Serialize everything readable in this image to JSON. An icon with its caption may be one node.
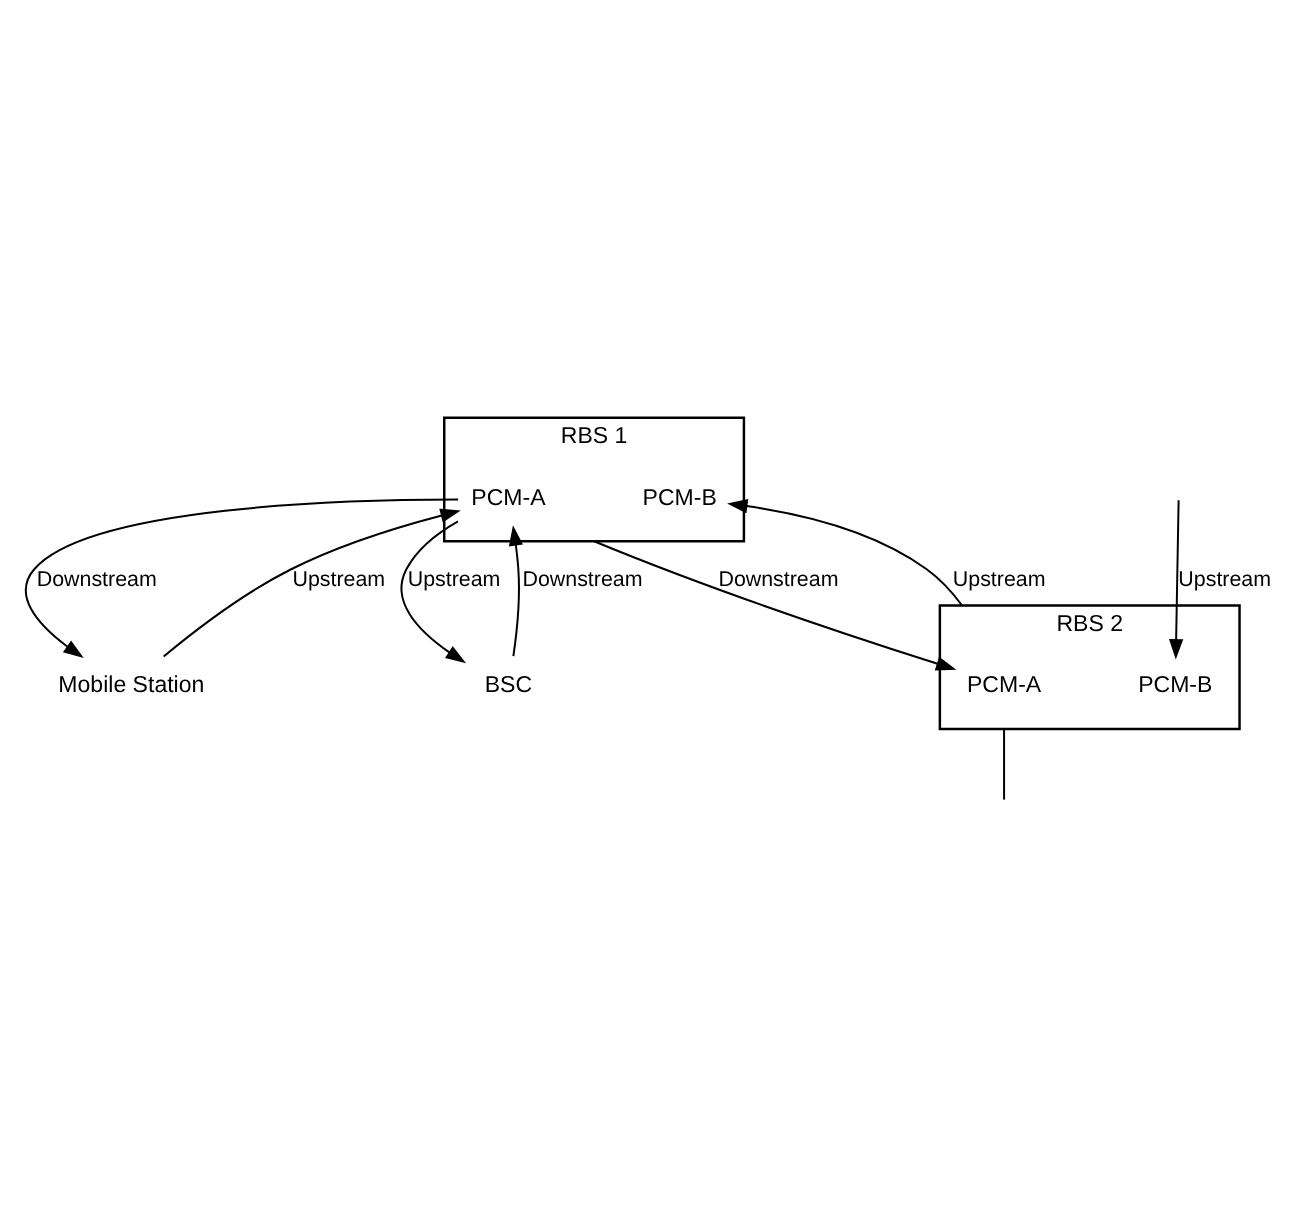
{
  "diagram": {
    "nodes": [
      {
        "text": [
          "RBS 1"
        ]
      },
      {
        "text": [
          "PCM-A"
        ],
        "in": 0
      },
      {
        "text": [
          "PCM-B"
        ],
        "in": 0
      },
      {
        "text": [
          "RBS 2"
        ]
      },
      {
        "text": [
          "PCM-A"
        ],
        "in": 3
      },
      {
        "text": [
          "PCM-B"
        ],
        "in": 3
      },
      {
        "text": [
          "BSC"
        ]
      },
      {
        "text": [
          "Mobile Station"
        ]
      }
    ],
    "edges": [
      {
        "from": 6,
        "to": 1,
        "arrow": "to",
        "label": "Downstream"
      },
      {
        "from": 1,
        "to": 6,
        "arrow": "to",
        "label": "Upstream"
      },
      {
        "from": 1,
        "to": 7,
        "arrow": "to",
        "label": "Downstream"
      },
      {
        "from": 7,
        "to": 1,
        "arrow": "to",
        "label": "Upstream"
      },
      {
        "from": 3,
        "to": 2,
        "arrow": "to",
        "label": "Upstream"
      },
      {
        "from": 0,
        "to": 4,
        "arrow": "to",
        "label": "Downstream"
      },
      {
        "from": null,
        "to": 5,
        "arrow": "to",
        "label": "Upstream"
      },
      {
        "from": 3,
        "to": null,
        "arrow": "none"
      }
    ]
  }
}
